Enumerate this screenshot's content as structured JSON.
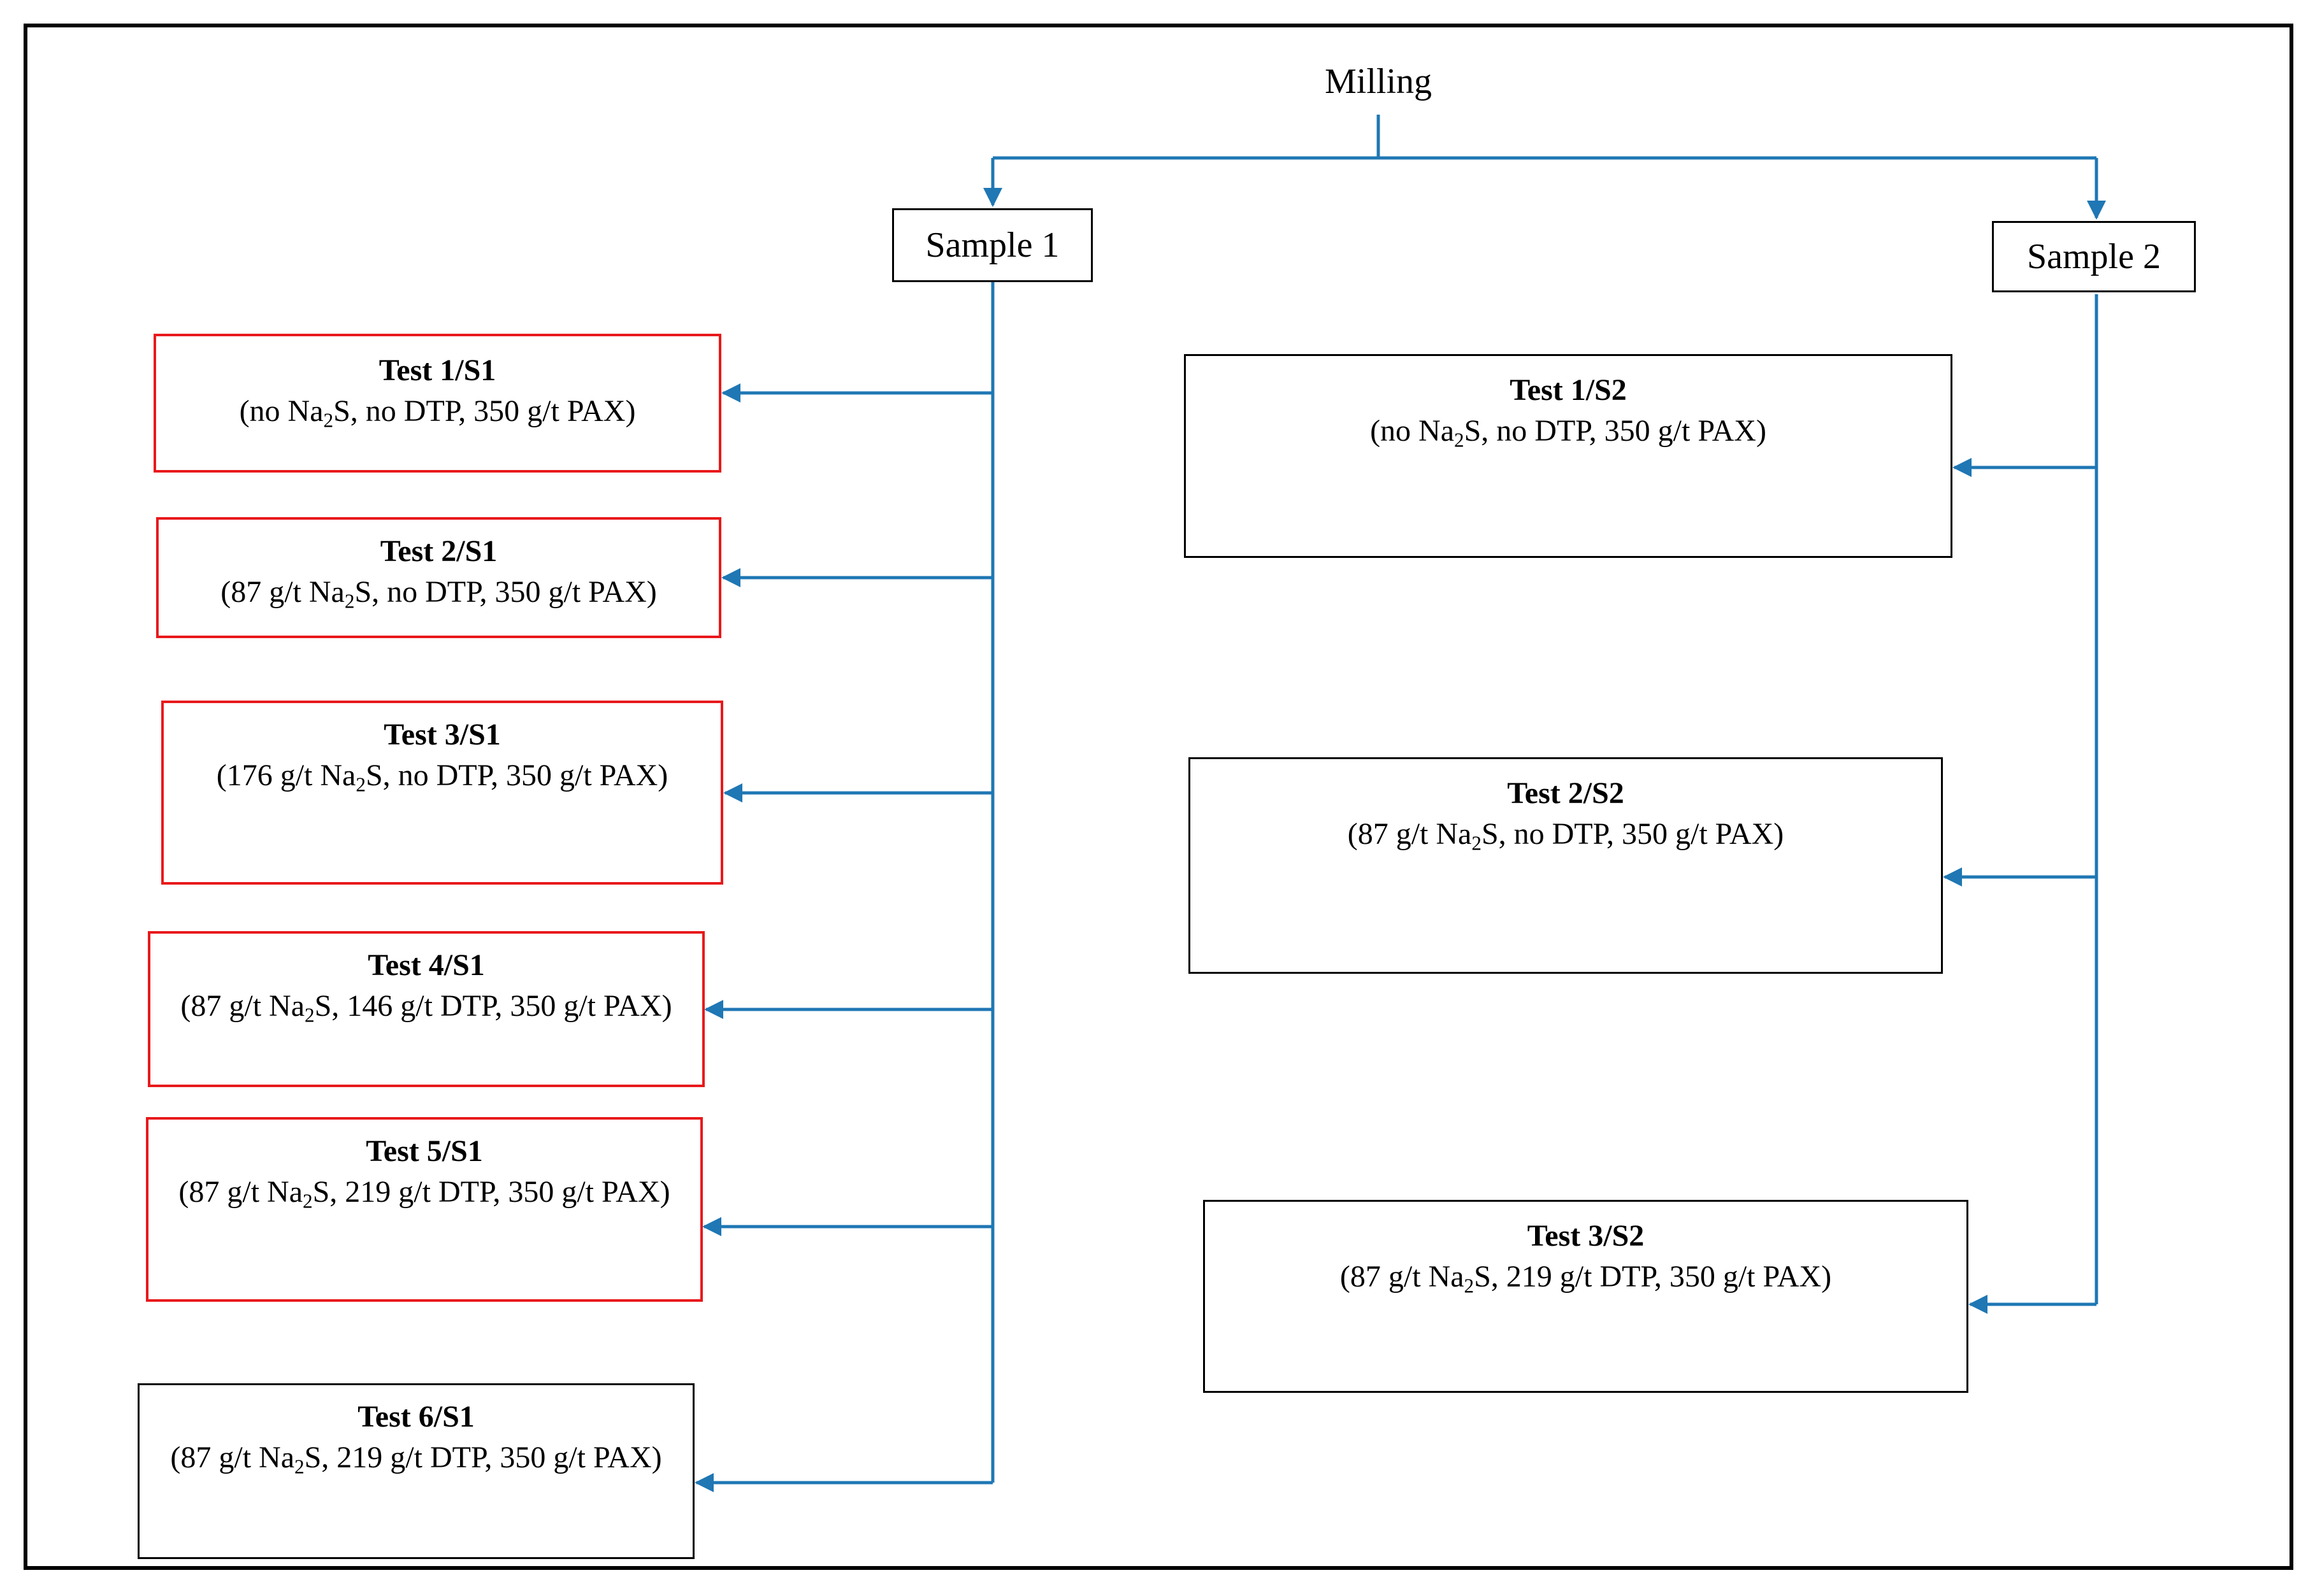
{
  "root": {
    "label": "Milling"
  },
  "samples": [
    {
      "id": "s1",
      "label": "Sample 1"
    },
    {
      "id": "s2",
      "label": "Sample 2"
    }
  ],
  "tests_s1": [
    {
      "title": "Test 1/S1",
      "desc_pre": "(no Na",
      "desc_sub": "2",
      "desc_post": "S, no DTP, 350 g/t PAX)",
      "border": "red"
    },
    {
      "title": "Test 2/S1",
      "desc_pre": "(87 g/t Na",
      "desc_sub": "2",
      "desc_post": "S, no DTP, 350 g/t PAX)",
      "border": "red"
    },
    {
      "title": "Test 3/S1",
      "desc_pre": "(176 g/t Na",
      "desc_sub": "2",
      "desc_post": "S, no DTP, 350 g/t PAX)",
      "border": "red"
    },
    {
      "title": "Test 4/S1",
      "desc_pre": "(87 g/t Na",
      "desc_sub": "2",
      "desc_post": "S, 146 g/t DTP, 350 g/t PAX)",
      "border": "red"
    },
    {
      "title": "Test 5/S1",
      "desc_pre": "(87 g/t Na",
      "desc_sub": "2",
      "desc_post": "S, 219 g/t DTP, 350 g/t PAX)",
      "border": "red"
    },
    {
      "title": "Test 6/S1",
      "desc_pre": "(87 g/t Na",
      "desc_sub": "2",
      "desc_post": "S, 219 g/t DTP, 350 g/t PAX)",
      "border": "black"
    }
  ],
  "tests_s2": [
    {
      "title": "Test 1/S2",
      "desc_pre": "(no Na",
      "desc_sub": "2",
      "desc_post": "S, no DTP, 350 g/t PAX)",
      "border": "black"
    },
    {
      "title": "Test 2/S2",
      "desc_pre": "(87 g/t Na",
      "desc_sub": "2",
      "desc_post": "S, no DTP, 350 g/t PAX)",
      "border": "black"
    },
    {
      "title": "Test 3/S2",
      "desc_pre": "(87 g/t Na",
      "desc_sub": "2",
      "desc_post": "S, 219 g/t DTP, 350 g/t PAX)",
      "border": "black"
    }
  ],
  "colors": {
    "connector": "#1f77b4",
    "red_border": "#e8191c",
    "black_border": "#000000"
  }
}
